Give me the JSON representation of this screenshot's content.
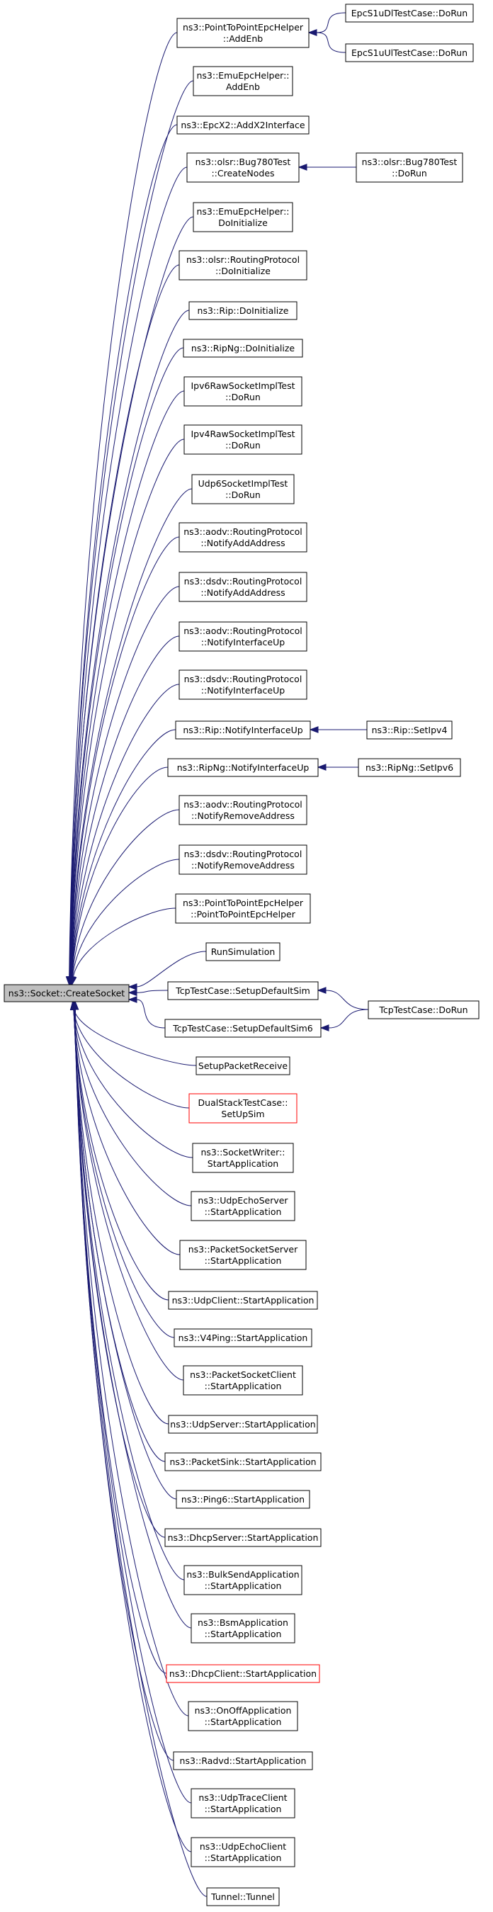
{
  "graph": {
    "colors": {
      "edge": "#191970",
      "node_border": "#000000",
      "node_fill": "#ffffff",
      "root_fill": "#bfbfbf",
      "highlight_border": "#ff0000"
    },
    "root": {
      "id": "root",
      "lines": [
        "ns3::Socket::CreateSocket"
      ]
    },
    "nodes": [
      {
        "id": "p2p-addenb",
        "lines": [
          "ns3::PointToPointEpcHelper",
          "::AddEnb"
        ]
      },
      {
        "id": "emu-addenb",
        "lines": [
          "ns3::EmuEpcHelper::",
          "AddEnb"
        ]
      },
      {
        "id": "epcx2-addx2",
        "lines": [
          "ns3::EpcX2::AddX2Interface"
        ]
      },
      {
        "id": "olsr-bug780-createnodes",
        "lines": [
          "ns3::olsr::Bug780Test",
          "::CreateNodes"
        ]
      },
      {
        "id": "emu-doinitialize",
        "lines": [
          "ns3::EmuEpcHelper::",
          "DoInitialize"
        ]
      },
      {
        "id": "olsr-rp-doinitialize",
        "lines": [
          "ns3::olsr::RoutingProtocol",
          "::DoInitialize"
        ]
      },
      {
        "id": "rip-doinitialize",
        "lines": [
          "ns3::Rip::DoInitialize"
        ]
      },
      {
        "id": "ripng-doinitialize",
        "lines": [
          "ns3::RipNg::DoInitialize"
        ]
      },
      {
        "id": "ipv6raw-dorun",
        "lines": [
          "Ipv6RawSocketImplTest",
          "::DoRun"
        ]
      },
      {
        "id": "ipv4raw-dorun",
        "lines": [
          "Ipv4RawSocketImplTest",
          "::DoRun"
        ]
      },
      {
        "id": "udp6-dorun",
        "lines": [
          "Udp6SocketImplTest",
          "::DoRun"
        ]
      },
      {
        "id": "aodv-notifyaddaddress",
        "lines": [
          "ns3::aodv::RoutingProtocol",
          "::NotifyAddAddress"
        ]
      },
      {
        "id": "dsdv-notifyaddaddress",
        "lines": [
          "ns3::dsdv::RoutingProtocol",
          "::NotifyAddAddress"
        ]
      },
      {
        "id": "aodv-notifyinterfaceup",
        "lines": [
          "ns3::aodv::RoutingProtocol",
          "::NotifyInterfaceUp"
        ]
      },
      {
        "id": "dsdv-notifyinterfaceup",
        "lines": [
          "ns3::dsdv::RoutingProtocol",
          "::NotifyInterfaceUp"
        ]
      },
      {
        "id": "rip-notifyinterfaceup",
        "lines": [
          "ns3::Rip::NotifyInterfaceUp"
        ]
      },
      {
        "id": "ripng-notifyinterfaceup",
        "lines": [
          "ns3::RipNg::NotifyInterfaceUp"
        ]
      },
      {
        "id": "aodv-notifyremoveaddress",
        "lines": [
          "ns3::aodv::RoutingProtocol",
          "::NotifyRemoveAddress"
        ]
      },
      {
        "id": "dsdv-notifyremoveaddress",
        "lines": [
          "ns3::dsdv::RoutingProtocol",
          "::NotifyRemoveAddress"
        ]
      },
      {
        "id": "p2p-ctor",
        "lines": [
          "ns3::PointToPointEpcHelper",
          "::PointToPointEpcHelper"
        ]
      },
      {
        "id": "runsimulation",
        "lines": [
          "RunSimulation"
        ]
      },
      {
        "id": "tcp-setupdefaultsim",
        "lines": [
          "TcpTestCase::SetupDefaultSim"
        ]
      },
      {
        "id": "tcp-setupdefaultsim6",
        "lines": [
          "TcpTestCase::SetupDefaultSim6"
        ]
      },
      {
        "id": "setuppacketreceive",
        "lines": [
          "SetupPacketReceive"
        ]
      },
      {
        "id": "dualstack-setupsim",
        "lines": [
          "DualStackTestCase::",
          "SetUpSim"
        ],
        "highlight": true
      },
      {
        "id": "socketwriter-startapp",
        "lines": [
          "ns3::SocketWriter::",
          "StartApplication"
        ]
      },
      {
        "id": "udpechoserver-startapp",
        "lines": [
          "ns3::UdpEchoServer",
          "::StartApplication"
        ]
      },
      {
        "id": "packetsocketserver-startapp",
        "lines": [
          "ns3::PacketSocketServer",
          "::StartApplication"
        ]
      },
      {
        "id": "udpclient-startapp",
        "lines": [
          "ns3::UdpClient::StartApplication"
        ]
      },
      {
        "id": "v4ping-startapp",
        "lines": [
          "ns3::V4Ping::StartApplication"
        ]
      },
      {
        "id": "packetsocketclient-startapp",
        "lines": [
          "ns3::PacketSocketClient",
          "::StartApplication"
        ]
      },
      {
        "id": "udpserver-startapp",
        "lines": [
          "ns3::UdpServer::StartApplication"
        ]
      },
      {
        "id": "packetsink-startapp",
        "lines": [
          "ns3::PacketSink::StartApplication"
        ]
      },
      {
        "id": "ping6-startapp",
        "lines": [
          "ns3::Ping6::StartApplication"
        ]
      },
      {
        "id": "dhcpserver-startapp",
        "lines": [
          "ns3::DhcpServer::StartApplication"
        ]
      },
      {
        "id": "bulksend-startapp",
        "lines": [
          "ns3::BulkSendApplication",
          "::StartApplication"
        ]
      },
      {
        "id": "bsm-startapp",
        "lines": [
          "ns3::BsmApplication",
          "::StartApplication"
        ]
      },
      {
        "id": "dhcpclient-startapp",
        "lines": [
          "ns3::DhcpClient::StartApplication"
        ],
        "highlight": true
      },
      {
        "id": "onoff-startapp",
        "lines": [
          "ns3::OnOffApplication",
          "::StartApplication"
        ]
      },
      {
        "id": "radvd-startapp",
        "lines": [
          "ns3::Radvd::StartApplication"
        ]
      },
      {
        "id": "udptraceclient-startapp",
        "lines": [
          "ns3::UdpTraceClient",
          "::StartApplication"
        ]
      },
      {
        "id": "udpechoclient-startapp",
        "lines": [
          "ns3::UdpEchoClient",
          "::StartApplication"
        ]
      },
      {
        "id": "tunnel-ctor",
        "lines": [
          "Tunnel::Tunnel"
        ]
      }
    ],
    "callers": [
      {
        "id": "epcs1udl-dorun",
        "lines": [
          "EpcS1uDlTestCase::DoRun"
        ],
        "target": "p2p-addenb"
      },
      {
        "id": "epcs1uul-dorun",
        "lines": [
          "EpcS1uUlTestCase::DoRun"
        ],
        "target": "p2p-addenb"
      },
      {
        "id": "olsr-bug780-dorun",
        "lines": [
          "ns3::olsr::Bug780Test",
          "::DoRun"
        ],
        "target": "olsr-bug780-createnodes"
      },
      {
        "id": "rip-setipv4",
        "lines": [
          "ns3::Rip::SetIpv4"
        ],
        "target": "rip-notifyinterfaceup"
      },
      {
        "id": "ripng-setipv6",
        "lines": [
          "ns3::RipNg::SetIpv6"
        ],
        "target": "ripng-notifyinterfaceup"
      },
      {
        "id": "tcp-dorun",
        "lines": [
          "TcpTestCase::DoRun"
        ],
        "target": [
          "tcp-setupdefaultsim",
          "tcp-setupdefaultsim6"
        ]
      }
    ]
  }
}
